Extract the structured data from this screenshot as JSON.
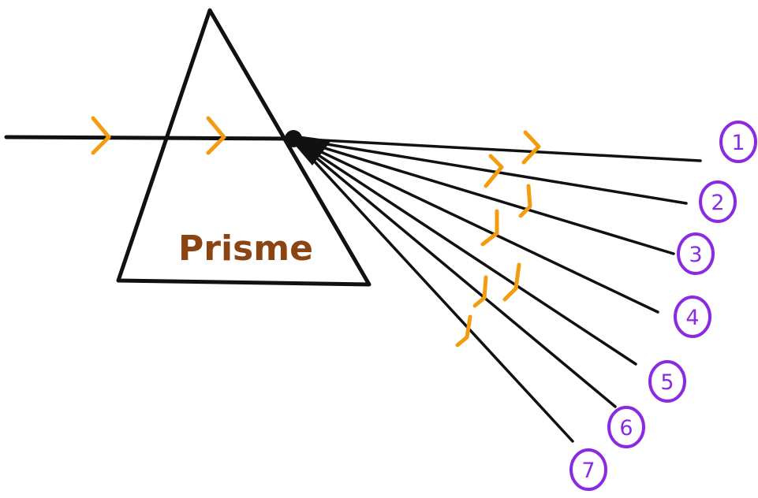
{
  "label": "Prisme",
  "rays": [
    {
      "number": "1"
    },
    {
      "number": "2"
    },
    {
      "number": "3"
    },
    {
      "number": "4"
    },
    {
      "number": "5"
    },
    {
      "number": "6"
    },
    {
      "number": "7"
    }
  ],
  "colors": {
    "line": "#111111",
    "label": "#8b4513",
    "arrow": "#f39c12",
    "number_circle": "#8a2be2",
    "background": "#ffffff"
  }
}
